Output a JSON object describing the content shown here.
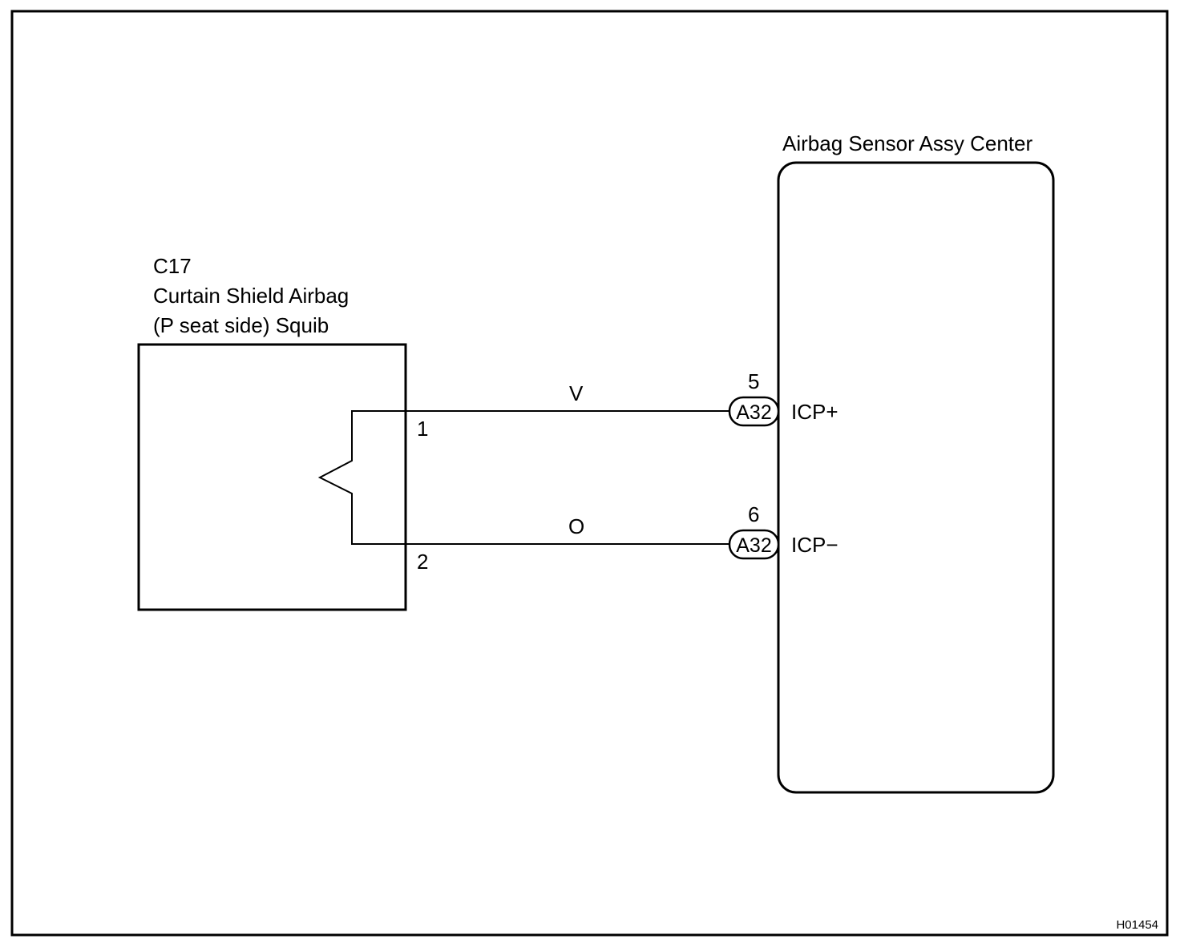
{
  "colors": {
    "line": "#000000",
    "background": "#ffffff"
  },
  "squib": {
    "code": "C17",
    "name_line1": "Curtain Shield Airbag",
    "name_line2": "(P seat side) Squib"
  },
  "sensor": {
    "name": "Airbag Sensor Assy Center"
  },
  "wires": [
    {
      "color_code": "V",
      "squib_pin": "1",
      "connector_pin": "5",
      "connector": "A32",
      "terminal": "ICP+"
    },
    {
      "color_code": "O",
      "squib_pin": "2",
      "connector_pin": "6",
      "connector": "A32",
      "terminal": "ICP−"
    }
  ],
  "figure_id": "H01454"
}
